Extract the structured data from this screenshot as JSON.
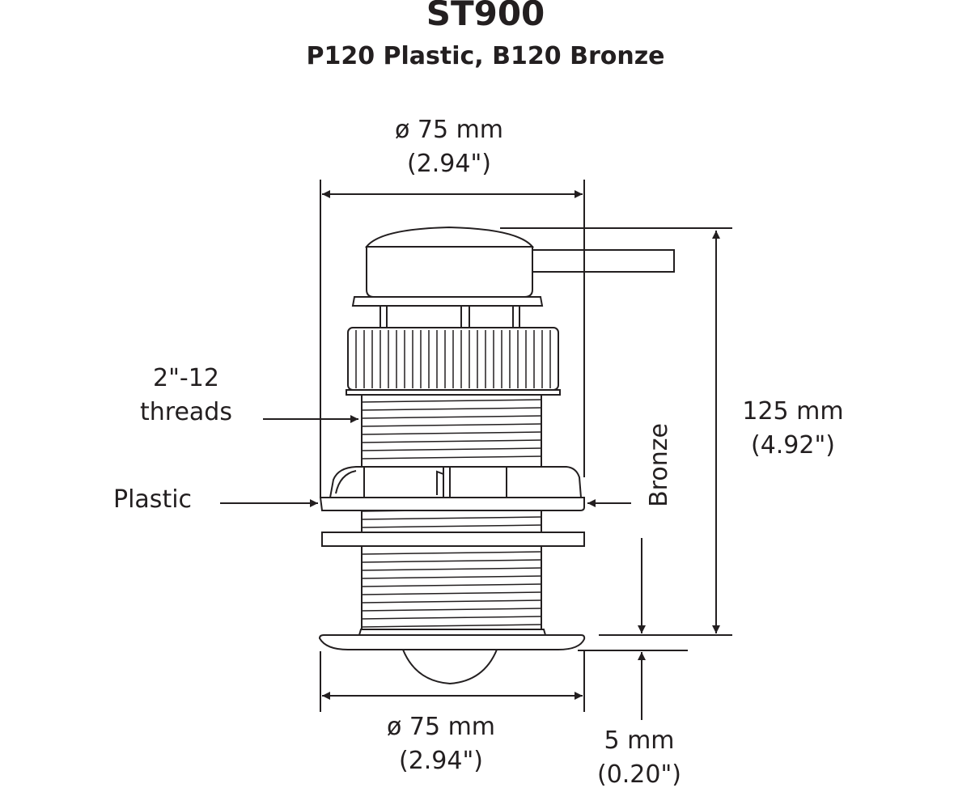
{
  "title": "ST900",
  "subtitle": "P120 Plastic, B120 Bronze",
  "dimensions": {
    "top_diameter": {
      "metric": "ø 75 mm",
      "imperial": "(2.94\")"
    },
    "bottom_diameter": {
      "metric": "ø 75 mm",
      "imperial": "(2.94\")"
    },
    "height": {
      "metric": "125 mm",
      "imperial": "(4.92\")"
    },
    "protrusion": {
      "metric": "5 mm",
      "imperial": "(0.20\")"
    }
  },
  "callouts": {
    "threads_line1": "2\"-12",
    "threads_line2": "threads",
    "plastic": "Plastic",
    "bronze": "Bronze"
  },
  "colors": {
    "ink": "#231f20",
    "fill": "#ffffff"
  }
}
